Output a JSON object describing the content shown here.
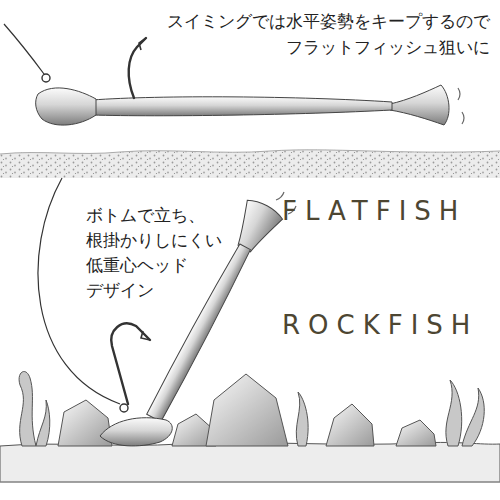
{
  "diagram": {
    "labels": [
      "スイミングでは水平姿勢をキープするので フラットフィッシュ狙いに",
      "FLATFISH",
      "ボトムで立ち、 根掛かりしにくい 低重心ヘッド デザイン",
      "ROCKFISH"
    ]
  }
}
